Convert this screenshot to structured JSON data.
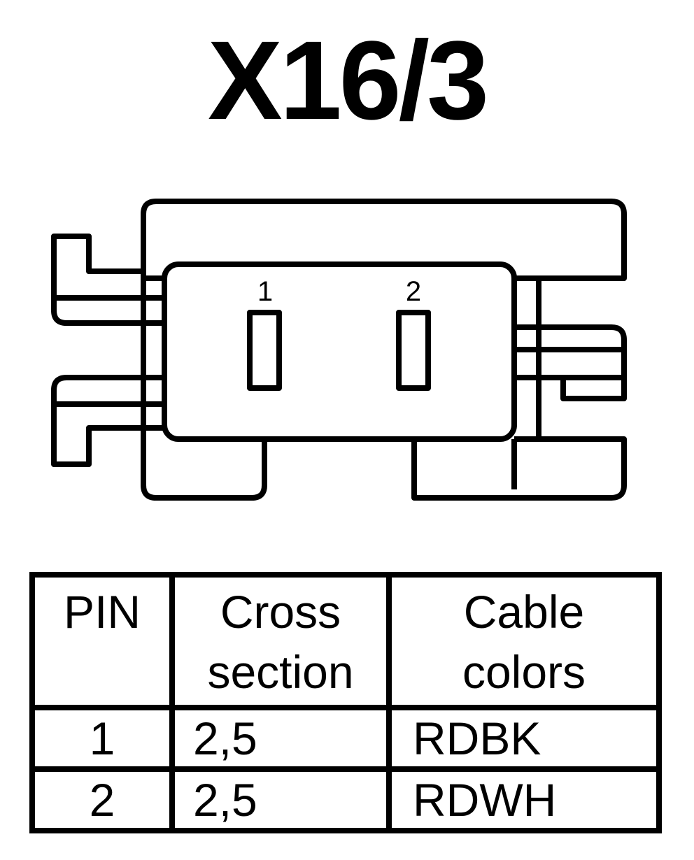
{
  "title": "X16/3",
  "connector": {
    "pin_labels": [
      "1",
      "2"
    ]
  },
  "table": {
    "headers": [
      [
        "PIN"
      ],
      [
        "Cross",
        "section"
      ],
      [
        "Cable",
        "colors"
      ]
    ],
    "rows": [
      [
        "1",
        "2,5",
        "RDBK"
      ],
      [
        "2",
        "2,5",
        "RDWH"
      ]
    ]
  },
  "colors": {
    "ink": "#000000",
    "background": "#ffffff"
  }
}
